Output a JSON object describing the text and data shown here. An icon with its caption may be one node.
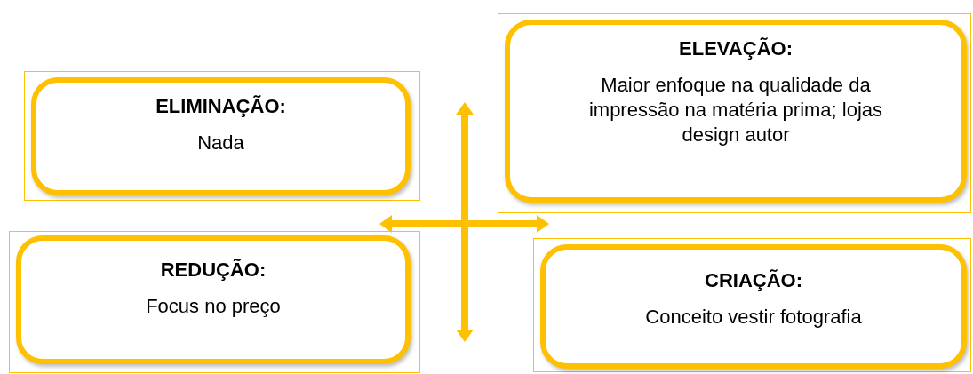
{
  "diagram": {
    "nodes": [
      {
        "text": [
          "ELIMINAÇÃO:",
          "Nada"
        ]
      },
      {
        "text": [
          "ELEVAÇÃO:",
          "Maior enfoque na qualidade da impressão na matéria prima; lojas design autor"
        ]
      },
      {
        "text": [
          "REDUÇÃO:",
          "Focus no preço"
        ]
      },
      {
        "text": [
          "CRIAÇÃO:",
          "Conceito vestir fotografia"
        ]
      }
    ]
  }
}
